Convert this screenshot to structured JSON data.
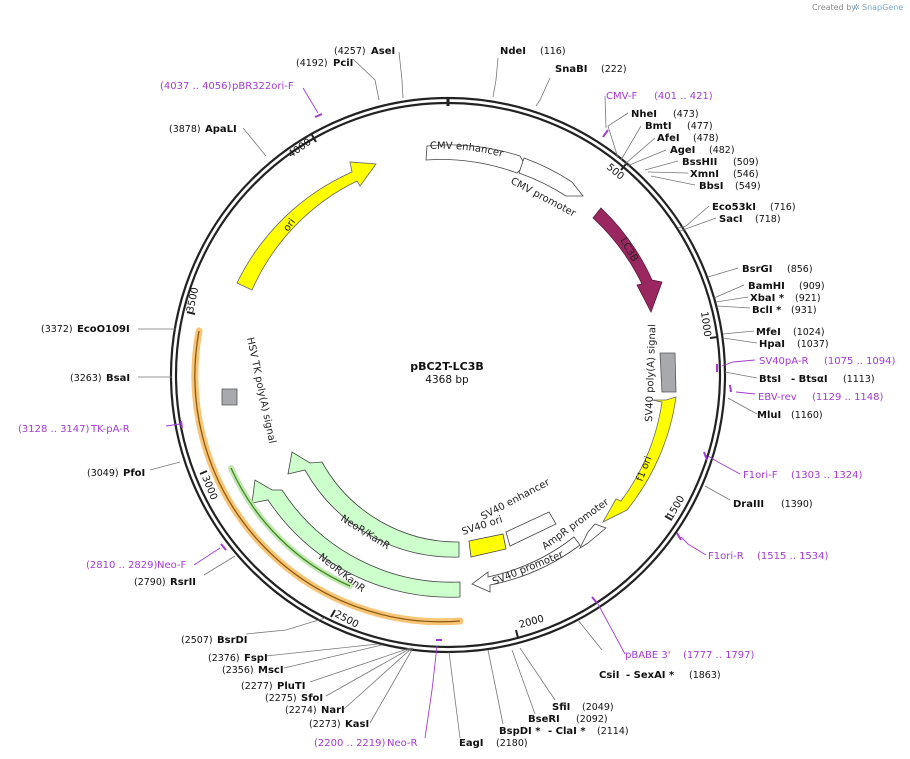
{
  "header": {
    "credit_prefix": "Created by",
    "credit_brand": "SnapGene"
  },
  "plasmid": {
    "name": "pBC2T-LC3B",
    "size": "4368 bp"
  },
  "ticks": [
    "500",
    "1000",
    "1500",
    "2000",
    "2500",
    "3000",
    "3500",
    "4000"
  ],
  "sites": [
    {
      "name": "NdeI",
      "pos": "(116)"
    },
    {
      "name": "SnaBI",
      "pos": "(222)"
    },
    {
      "name": "NheI",
      "pos": "(473)"
    },
    {
      "name": "BmtI",
      "pos": "(477)"
    },
    {
      "name": "AfeI",
      "pos": "(478)"
    },
    {
      "name": "AgeI",
      "pos": "(482)"
    },
    {
      "name": "BssHII",
      "pos": "(509)"
    },
    {
      "name": "XmnI",
      "pos": "(546)"
    },
    {
      "name": "BbsI",
      "pos": "(549)"
    },
    {
      "name": "Eco53kI",
      "pos": "(716)"
    },
    {
      "name": "SacI",
      "pos": "(718)"
    },
    {
      "name": "BsrGI",
      "pos": "(856)"
    },
    {
      "name": "BamHI",
      "pos": "(909)"
    },
    {
      "name": "XbaI *",
      "pos": "(921)"
    },
    {
      "name": "BclI *",
      "pos": "(931)"
    },
    {
      "name": "MfeI",
      "pos": "(1024)"
    },
    {
      "name": "HpaI",
      "pos": "(1037)"
    },
    {
      "name": "BtsI",
      "sep": "- BtsαI",
      "pos": "(1113)"
    },
    {
      "name": "MluI",
      "pos": "(1160)"
    },
    {
      "name": "DraIII",
      "pos": "(1390)"
    },
    {
      "name": "CsiI",
      "sep": "- SexAI *",
      "pos": "(1863)"
    },
    {
      "name": "SfiI",
      "pos": "(2049)"
    },
    {
      "name": "BseRI",
      "pos": "(2092)"
    },
    {
      "name": "BspDI *",
      "sep": "- ClaI *",
      "pos": "(2114)"
    },
    {
      "name": "EagI",
      "pos": "(2180)"
    },
    {
      "name": "KasI",
      "pos": "(2273)"
    },
    {
      "name": "NarI",
      "pos": "(2274)"
    },
    {
      "name": "SfoI",
      "pos": "(2275)"
    },
    {
      "name": "PluTI",
      "pos": "(2277)"
    },
    {
      "name": "MscI",
      "pos": "(2356)"
    },
    {
      "name": "FspI",
      "pos": "(2376)"
    },
    {
      "name": "BsrDI",
      "pos": "(2507)"
    },
    {
      "name": "RsrII",
      "pos": "(2790)"
    },
    {
      "name": "PfoI",
      "pos": "(3049)"
    },
    {
      "name": "BsaI",
      "pos": "(3263)"
    },
    {
      "name": "EcoO109I",
      "pos": "(3372)"
    },
    {
      "name": "ApaLI",
      "pos": "(3878)"
    },
    {
      "name": "PciI",
      "pos": "(4192)"
    },
    {
      "name": "AseI",
      "pos": "(4257)"
    }
  ],
  "primers": [
    {
      "name": "CMV-F",
      "range": "(401 .. 421)"
    },
    {
      "name": "SV40pA-R",
      "range": "(1075 .. 1094)"
    },
    {
      "name": "EBV-rev",
      "range": "(1129 .. 1148)"
    },
    {
      "name": "F1ori-F",
      "range": "(1303 .. 1324)"
    },
    {
      "name": "F1ori-R",
      "range": "(1515 .. 1534)"
    },
    {
      "name": "pBABE 3'",
      "range": "(1777 .. 1797)"
    },
    {
      "name": "Neo-R",
      "range": "(2200 .. 2219)"
    },
    {
      "name": "Neo-F",
      "range": "(2810 .. 2829)"
    },
    {
      "name": "TK-pA-R",
      "range": "(3128 .. 3147)"
    },
    {
      "name": "pBR322ori-F",
      "range": "(4037 .. 4056)"
    }
  ],
  "features": [
    {
      "label": "CMV enhancer",
      "color": "#ffffff"
    },
    {
      "label": "CMV promoter",
      "color": "#ffffff"
    },
    {
      "label": "LC3B",
      "color": "#9b2761"
    },
    {
      "label": "SV40 poly(A) signal",
      "color": "#a7a9ac"
    },
    {
      "label": "f1 ori",
      "color": "#ffff00"
    },
    {
      "label": "AmpR promoter",
      "color": "#ffffff"
    },
    {
      "label": "SV40 promoter",
      "color": "#ffffff"
    },
    {
      "label": "SV40 enhancer",
      "color": "#ffffff"
    },
    {
      "label": "SV40 ori",
      "color": "#ffff00"
    },
    {
      "label": "NeoR/KanR",
      "color": "#ccffcc"
    },
    {
      "label": "NeoR/KanR",
      "color": "#ccffcc"
    },
    {
      "label": "HSV TK poly(A) signal",
      "color": "#a7a9ac"
    },
    {
      "label": "ori",
      "color": "#ffff00"
    }
  ],
  "colors": {
    "primer": "#a23bd6",
    "orf_highlight": "#f5b24a",
    "orf_line": "#3d8a1c"
  }
}
